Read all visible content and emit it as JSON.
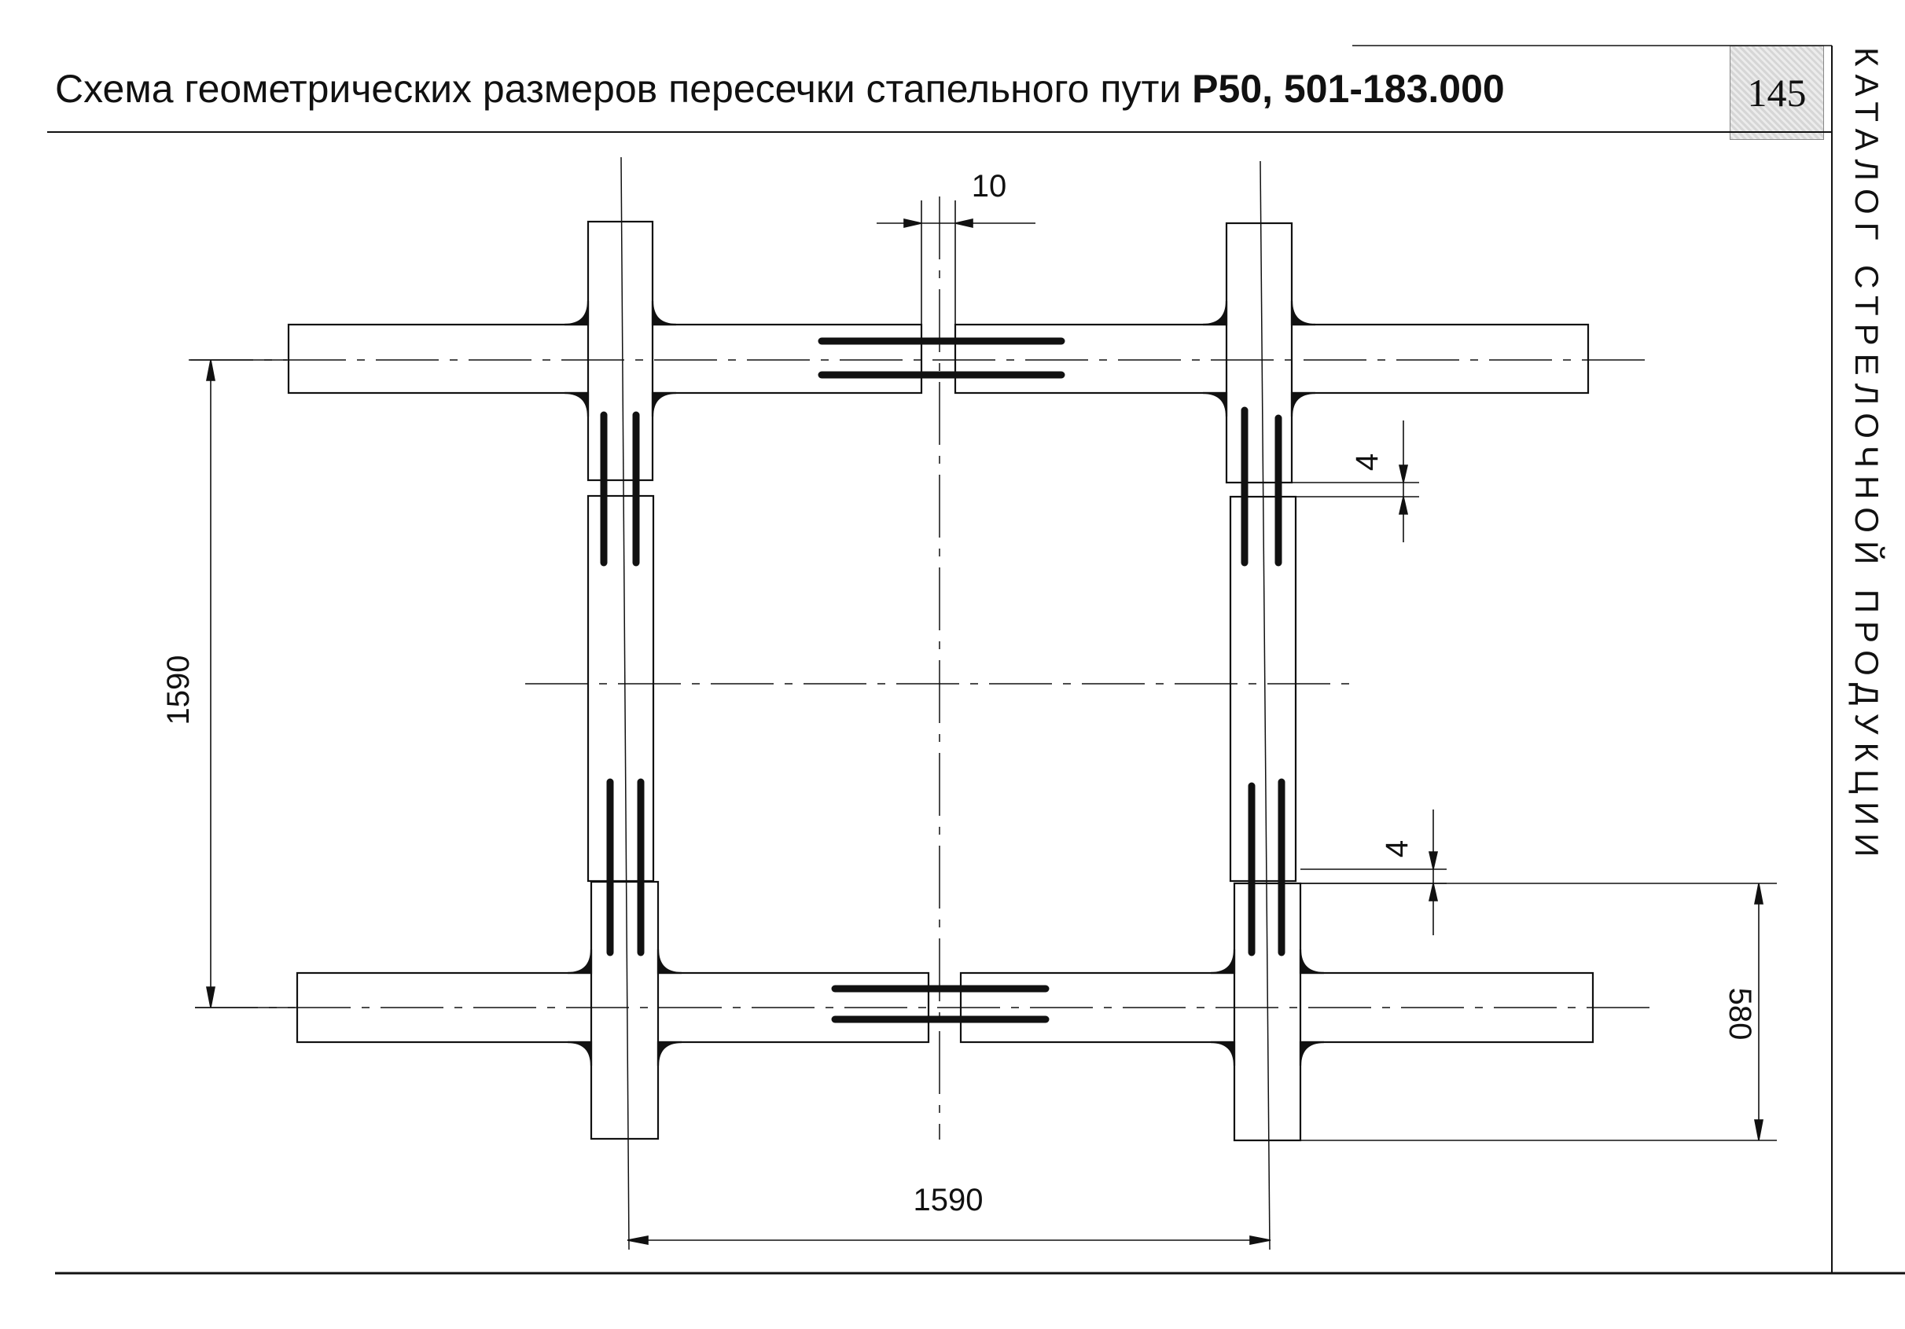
{
  "header": {
    "title_text": "Схема геометрических размеров пересечки стапельного пути ",
    "title_bold": "Р50, 501-183.000",
    "page_number": "145"
  },
  "side_caption": "КАТАЛОГ СТРЕЛОЧНОЙ ПРОДУКЦИИ",
  "dimensions": {
    "gap_top": "10",
    "gap_right_upper": "4",
    "gap_right_lower": "4",
    "height_left": "1590",
    "width_bottom": "1590",
    "height_right": "580"
  },
  "colors": {
    "ink": "#111111",
    "background": "#ffffff"
  }
}
